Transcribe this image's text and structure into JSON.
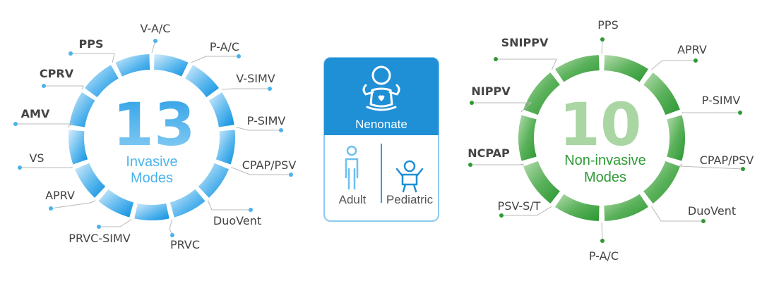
{
  "colors": {
    "blue_light": "#cfe8f8",
    "blue_dark": "#0a8fe0",
    "blue_text": "#4bb3ea",
    "green_light": "#a9d6a3",
    "green_dark": "#2e9a35",
    "green_text": "#2e9a35",
    "label_text": "#444444",
    "card_blue": "#1f8fd6",
    "card_border": "#7dc3ee"
  },
  "invasive": {
    "count": "13",
    "title_line1": "Invasive",
    "title_line2": "Modes",
    "modes": [
      "V-A/C",
      "P-A/C",
      "V-SIMV",
      "P-SIMV",
      "CPAP/PSV",
      "DuoVent",
      "PRVC",
      "PRVC-SIMV",
      "APRV",
      "VS",
      "AMV",
      "CPRV",
      "PPS"
    ],
    "bold_modes": [
      "AMV",
      "CPRV",
      "PPS"
    ]
  },
  "patient_types": {
    "top": "Nenonate",
    "left": "Adult",
    "right": "Pediatric"
  },
  "noninvasive": {
    "count": "10",
    "title_line1": "Non-invasive",
    "title_line2": "Modes",
    "modes": [
      "PPS",
      "APRV",
      "P-SIMV",
      "CPAP/PSV",
      "DuoVent",
      "P-A/C",
      "PSV-S/T",
      "NCPAP",
      "NIPPV",
      "SNIPPV"
    ],
    "bold_modes": [
      "NCPAP",
      "NIPPV",
      "SNIPPV"
    ]
  }
}
